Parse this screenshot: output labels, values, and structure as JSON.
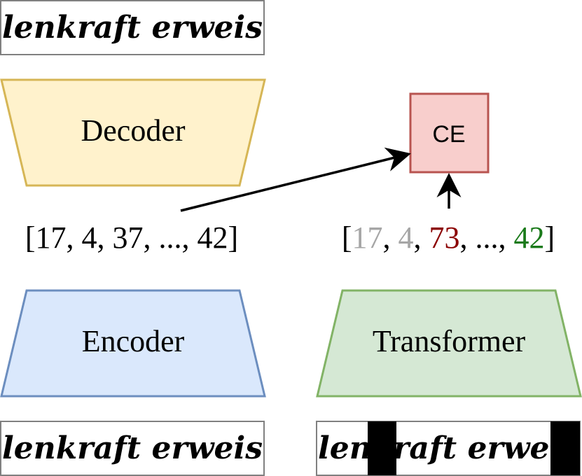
{
  "text_images": {
    "top": "lenkraft erweis",
    "bottom_left": "lenkraft erweis",
    "bottom_right": "lenkraft erweis"
  },
  "blocks": {
    "decoder": "Decoder",
    "encoder": "Encoder",
    "transformer": "Transformer",
    "loss": "CE"
  },
  "sequences": {
    "left": "[17, 4, 37, ..., 42]",
    "right": {
      "open": "[",
      "tokens": [
        {
          "text": "17",
          "color": "#a6a6a6"
        },
        {
          "text": ", ",
          "color": "#000000"
        },
        {
          "text": "4",
          "color": "#a6a6a6"
        },
        {
          "text": ", ",
          "color": "#000000"
        },
        {
          "text": "73",
          "color": "#8b0000"
        },
        {
          "text": ", ..., ",
          "color": "#000000"
        },
        {
          "text": "42",
          "color": "#1a7a1a"
        }
      ],
      "close": "]"
    }
  },
  "colors": {
    "decoder_fill": "#fff2cc",
    "decoder_stroke": "#d6b656",
    "encoder_fill": "#dae8fc",
    "encoder_stroke": "#6c8ebf",
    "transformer_fill": "#d5e8d4",
    "transformer_stroke": "#82b366",
    "ce_fill": "#f8cecc",
    "ce_stroke": "#b85450"
  }
}
